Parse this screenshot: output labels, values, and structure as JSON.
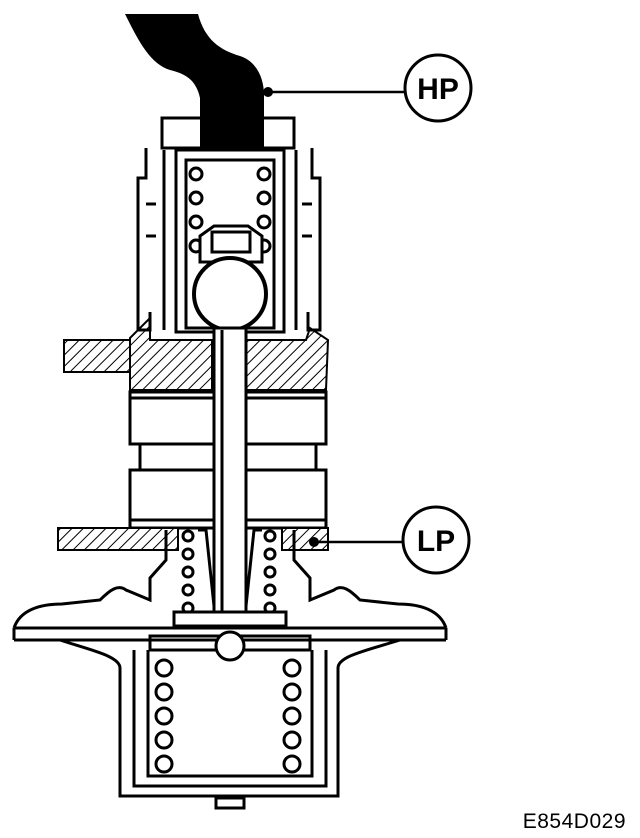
{
  "callouts": {
    "hp": "HP",
    "lp": "LP"
  },
  "figure_code": "E854D029",
  "colors": {
    "ink": "#000000",
    "paper": "#ffffff"
  }
}
